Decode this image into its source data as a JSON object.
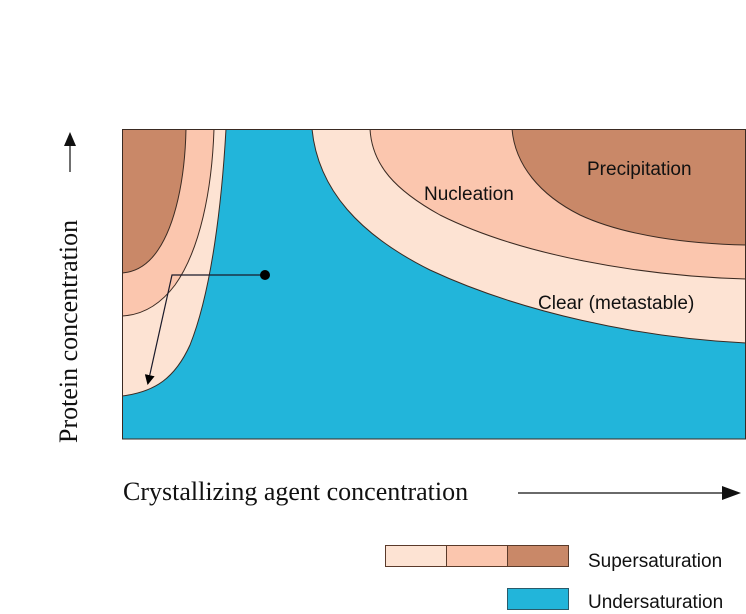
{
  "title": "Protein crystallization phase diagram",
  "axes": {
    "x_label": "Crystallizing agent concentration",
    "y_label": "Protein concentration"
  },
  "regions": {
    "precipitation": "Precipitation",
    "nucleation": "Nucleation",
    "clear": "Clear (metastable)"
  },
  "legend": {
    "supersaturation": "Supersaturation",
    "undersaturation": "Undersaturation"
  },
  "colors": {
    "clear": "#FDE3D3",
    "nucleation": "#FBC6AE",
    "precipitation": "#C98868",
    "undersaturation": "#22B5DA",
    "outline": "#3a2a22"
  }
}
